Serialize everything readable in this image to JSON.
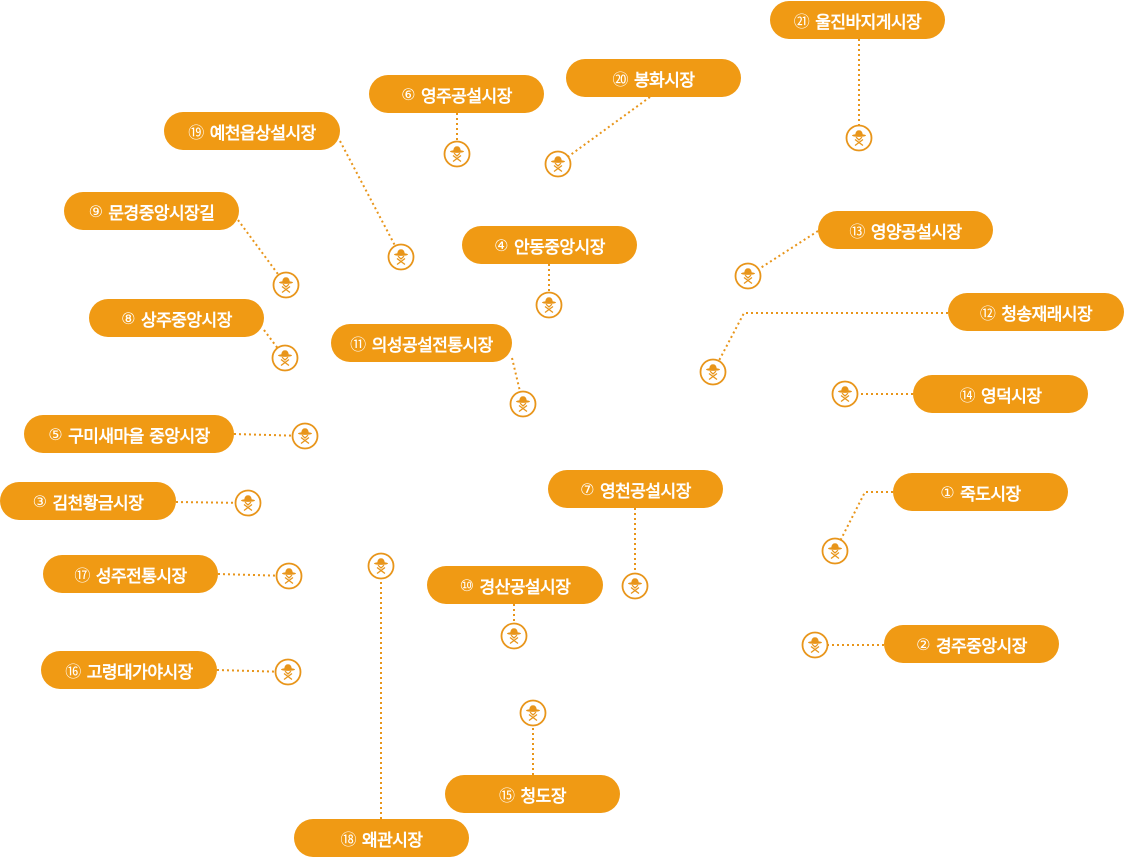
{
  "colors": {
    "pill_bg": "#f09a14",
    "pill_text": "#ffffff",
    "connector": "#e8951a",
    "marker": "#e8951a"
  },
  "marker_icon": "hat-person-icon",
  "markets": [
    {
      "num": "①",
      "name": "죽도시장"
    },
    {
      "num": "②",
      "name": "경주중앙시장"
    },
    {
      "num": "③",
      "name": "김천황금시장"
    },
    {
      "num": "④",
      "name": "안동중앙시장"
    },
    {
      "num": "⑤",
      "name": "구미새마을 중앙시장"
    },
    {
      "num": "⑥",
      "name": "영주공설시장"
    },
    {
      "num": "⑦",
      "name": "영천공설시장"
    },
    {
      "num": "⑧",
      "name": "상주중앙시장"
    },
    {
      "num": "⑨",
      "name": "문경중앙시장길"
    },
    {
      "num": "⑩",
      "name": "경산공설시장"
    },
    {
      "num": "⑪",
      "name": "의성공설전통시장"
    },
    {
      "num": "⑫",
      "name": "청송재래시장"
    },
    {
      "num": "⑬",
      "name": "영양공설시장"
    },
    {
      "num": "⑭",
      "name": "영덕시장"
    },
    {
      "num": "⑮",
      "name": "청도장"
    },
    {
      "num": "⑯",
      "name": "고령대가야시장"
    },
    {
      "num": "⑰",
      "name": "성주전통시장"
    },
    {
      "num": "⑱",
      "name": "왜관시장"
    },
    {
      "num": "⑲",
      "name": "예천읍상설시장"
    },
    {
      "num": "⑳",
      "name": "봉화시장"
    },
    {
      "num": "㉑",
      "name": "울진바지게시장"
    }
  ]
}
